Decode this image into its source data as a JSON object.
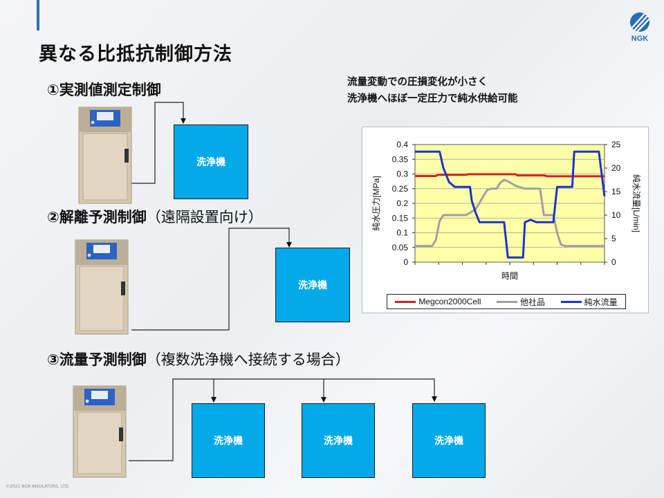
{
  "slide": {
    "title": "異なる比抵抗制御方法",
    "footer": "©2021 NGK INSULATORS, LTD.",
    "logo_text": "NGK"
  },
  "sections": [
    {
      "title": "①実測値測定制御",
      "subtitle": ""
    },
    {
      "title": "②解離予測制御",
      "subtitle": "（遠隔設置向け）"
    },
    {
      "title": "③流量予測制御",
      "subtitle": "（複数洗浄機へ接続する場合）"
    }
  ],
  "washer_label": "洗浄機",
  "note": {
    "line1": "流量変動での圧損変化が小さく",
    "line2": "洗浄機へほぼ一定圧力で純水供給可能"
  },
  "colors": {
    "washer_fill": "#03a9e8",
    "plot_bg": "#ffffa8",
    "megcon": "#d42020",
    "other": "#a0a0a0",
    "flow": "#1a34c8",
    "accent": "#2f6fb3"
  },
  "chart_data": {
    "type": "line",
    "xlabel": "時間",
    "ylabel": "純水圧力[MPa]",
    "y2label": "純水流量[L/min]",
    "ylim": [
      0,
      0.4
    ],
    "y2lim": [
      0,
      25
    ],
    "yticks": [
      "0",
      "0.05",
      "0.1",
      "0.15",
      "0.2",
      "0.25",
      "0.3",
      "0.35",
      "0.4"
    ],
    "y2ticks": [
      "0",
      "5",
      "10",
      "15",
      "20",
      "25"
    ],
    "x_ticks_count": 9,
    "xlim": [
      0,
      100
    ],
    "grid": true,
    "legend": "bottom",
    "series": [
      {
        "name": "Megcon2000Cell",
        "axis": "left",
        "color": "#d42020",
        "x": [
          0,
          11,
          12,
          27,
          28,
          53,
          54,
          68,
          70,
          100
        ],
        "y": [
          0.293,
          0.293,
          0.297,
          0.297,
          0.299,
          0.299,
          0.295,
          0.295,
          0.292,
          0.292
        ]
      },
      {
        "name": "他社品",
        "axis": "left",
        "color": "#a0a0a0",
        "x": [
          0,
          9,
          11,
          13,
          15,
          17,
          19,
          27,
          32,
          38,
          40,
          43,
          45,
          47,
          49,
          53,
          58,
          64,
          66,
          68,
          71,
          73,
          75,
          77,
          79,
          100
        ],
        "y": [
          0.055,
          0.055,
          0.075,
          0.14,
          0.16,
          0.16,
          0.16,
          0.16,
          0.18,
          0.245,
          0.25,
          0.25,
          0.27,
          0.28,
          0.275,
          0.26,
          0.25,
          0.25,
          0.25,
          0.16,
          0.16,
          0.16,
          0.1,
          0.06,
          0.055,
          0.055
        ]
      },
      {
        "name": "純水流量",
        "axis": "right",
        "color": "#1a34c8",
        "x": [
          0,
          13,
          15,
          18,
          21,
          23,
          29,
          30,
          32,
          34,
          47,
          49,
          57,
          58,
          61,
          64,
          73,
          75,
          83,
          84,
          97,
          100
        ],
        "y": [
          23.5,
          23.5,
          20,
          17,
          16,
          16,
          16,
          13,
          10.5,
          8.5,
          8.5,
          1,
          1,
          8.5,
          9,
          8.5,
          8.5,
          16,
          16,
          23.5,
          23.5,
          14
        ]
      }
    ]
  }
}
